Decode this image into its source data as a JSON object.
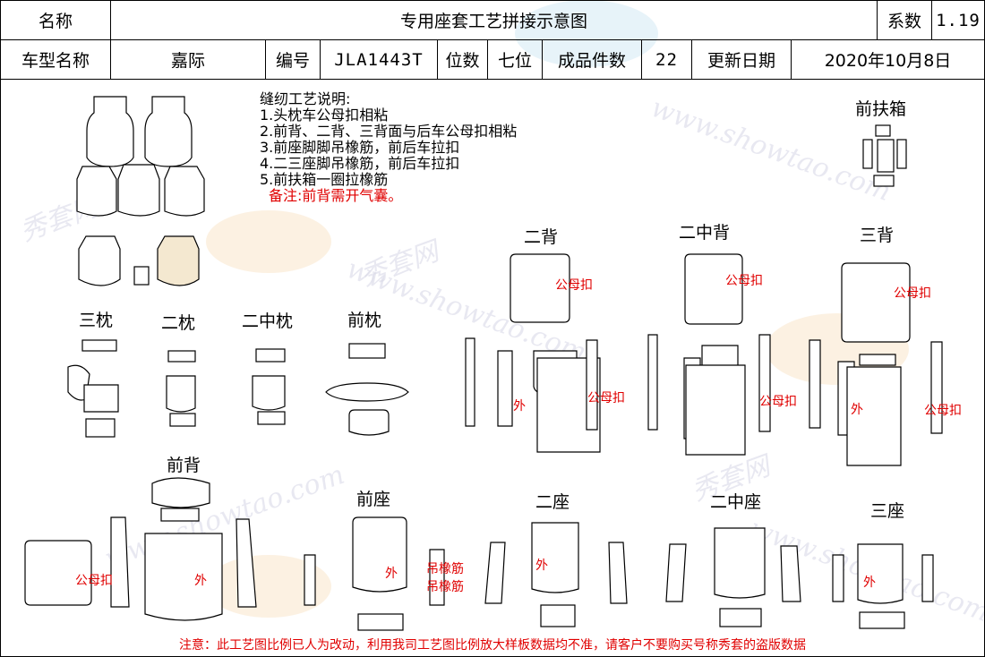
{
  "header": {
    "name_label": "名称",
    "title": "专用座套工艺拼接示意图",
    "coef_label": "系数",
    "coef_value": "1.19",
    "model_label": "车型名称",
    "model_value": "嘉际",
    "code_label": "编号",
    "code_value": "JLA1443T",
    "seats_label": "位数",
    "seats_value": "七位",
    "pieces_label": "成品件数",
    "pieces_value": "22",
    "date_label": "更新日期",
    "date_value": "2020年10月8日"
  },
  "notes": {
    "title": "缝纫工艺说明:",
    "items": [
      "1.头枕车公母扣相粘",
      "2.前背、二背、三背面与后车公母扣相粘",
      "3.前座脚脚吊橡筋，前后车拉扣",
      "4.二三座脚吊橡筋，前后车拉扣",
      "5.前扶箱一圈拉橡筋"
    ],
    "remark": "备注:前背需开气囊。"
  },
  "section_labels": {
    "front_armrest": "前扶箱",
    "second_back": "二背",
    "second_mid_back": "二中背",
    "third_back": "三背",
    "third_pillow": "三枕",
    "second_pillow": "二枕",
    "second_mid_pillow": "二中枕",
    "front_pillow": "前枕",
    "front_back": "前背",
    "front_seat": "前座",
    "second_seat": "二座",
    "second_mid_seat": "二中座",
    "third_seat": "三座"
  },
  "annotations": {
    "snap": "公母扣",
    "outer": "外",
    "elastic": "吊橡筋"
  },
  "watermark": {
    "brand": "秀套网",
    "url": "www.showtao.com"
  },
  "footer": "注意：此工艺图比例已人为改动，利用我司工艺图比例放大样板数据均不准，请客户不要购买号称秀套的盗版数据",
  "colors": {
    "text": "#000000",
    "accent_red": "#e00000",
    "watermark": "#d7d7e6"
  }
}
